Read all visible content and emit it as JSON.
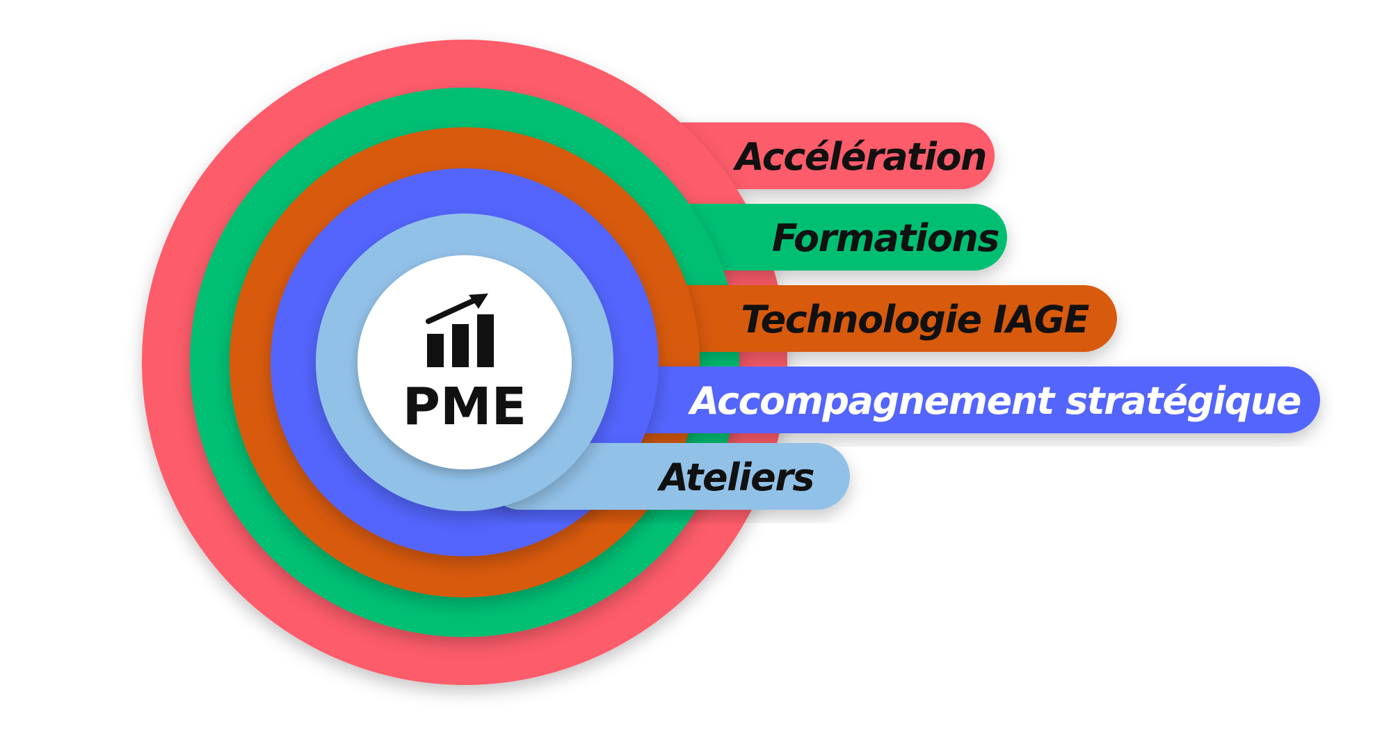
{
  "center": {
    "label": "PME",
    "icon": "growth-chart-icon",
    "color": "#ffffff",
    "text_color": "#111111"
  },
  "rings": [
    {
      "label": "Accélération",
      "color": "#fd5b6b",
      "text_color": "#111111"
    },
    {
      "label": "Formations",
      "color": "#03bf73",
      "text_color": "#111111"
    },
    {
      "label": "Technologie IAGE",
      "color": "#d85a10",
      "text_color": "#111111"
    },
    {
      "label": "Accompagnement stratégique",
      "color": "#5365fd",
      "text_color": "#ffffff"
    },
    {
      "label": "Ateliers",
      "color": "#92c1e8",
      "text_color": "#111111"
    }
  ]
}
